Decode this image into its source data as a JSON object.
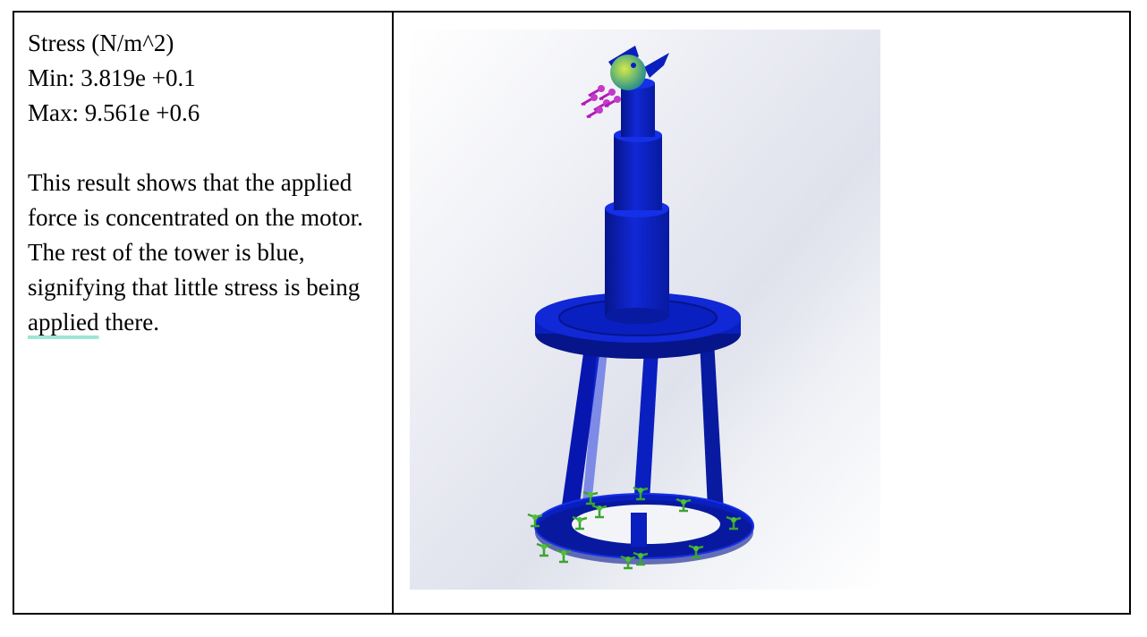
{
  "results": {
    "stress_label": "Stress (N/m^2)",
    "min_label": "Min: 3.819e +0.1",
    "max_label": "Max: 9.561e +0.6",
    "description_before": "This result shows that the applied force is concentrated on the motor. The rest of the tower is blue, signifying that little stress is being ",
    "description_highlight": "applied",
    "description_after": " there."
  },
  "colors": {
    "tower_blue": "#0a1fbf",
    "tower_blue_dark": "#06158a",
    "fixture_green": "#3aa52f",
    "force_magenta": "#b21ab8",
    "motor_green": "#7cc06a",
    "spellcheck_underline": "#9ee6d6"
  },
  "icons": {
    "fixture": "fixture-anchor-icon",
    "force": "force-arrow-icon"
  }
}
